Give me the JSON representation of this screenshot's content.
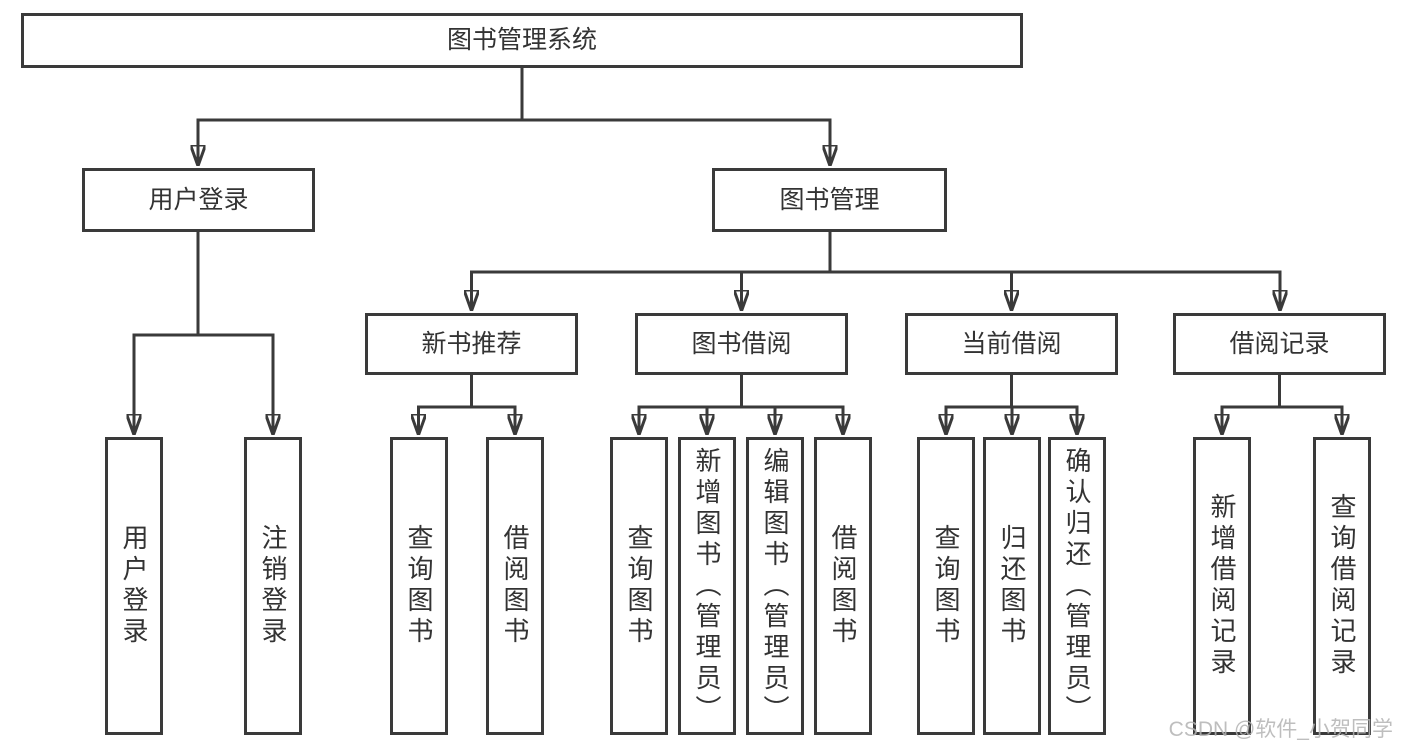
{
  "tree": {
    "root": {
      "label": "图书管理系统",
      "children": [
        {
          "label": "用户登录",
          "children": [
            {
              "label": "用户登录"
            },
            {
              "label": "注销登录"
            }
          ]
        },
        {
          "label": "图书管理",
          "children": [
            {
              "label": "新书推荐",
              "children": [
                {
                  "label": "查询图书"
                },
                {
                  "label": "借阅图书"
                }
              ]
            },
            {
              "label": "图书借阅",
              "children": [
                {
                  "label": "查询图书"
                },
                {
                  "label": "新增图书（管理员）"
                },
                {
                  "label": "编辑图书（管理员）"
                },
                {
                  "label": "借阅图书"
                }
              ]
            },
            {
              "label": "当前借阅",
              "children": [
                {
                  "label": "查询图书"
                },
                {
                  "label": "归还图书"
                },
                {
                  "label": "确认归还（管理员）"
                }
              ]
            },
            {
              "label": "借阅记录",
              "children": [
                {
                  "label": "新增借阅记录"
                },
                {
                  "label": "查询借阅记录"
                }
              ]
            }
          ]
        }
      ]
    }
  },
  "watermark": "CSDN @软件_小贺同学",
  "colors": {
    "line": "#3a3a3a",
    "text": "#333333",
    "watermark": "#b3b3b3",
    "background": "#ffffff"
  }
}
